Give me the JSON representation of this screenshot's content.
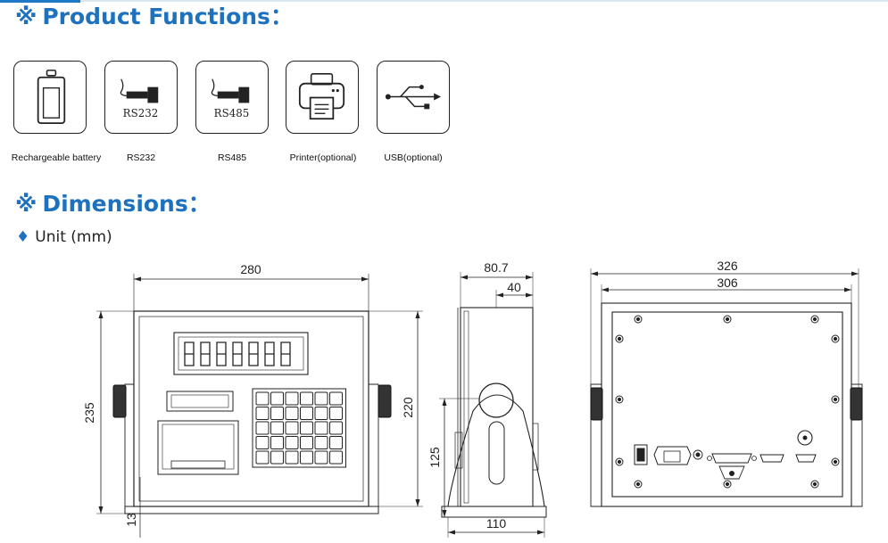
{
  "sections": {
    "functions_title": "Product Functions",
    "dimensions_title": "Dimensions",
    "title_mark": "※",
    "title_suffix": "："
  },
  "functions": [
    {
      "label": "Rechargeable battery",
      "icon": "battery-icon"
    },
    {
      "label": "RS232",
      "icon": "rs232-connector-icon",
      "icon_text": "RS232"
    },
    {
      "label": "RS485",
      "icon": "rs485-connector-icon",
      "icon_text": "RS485"
    },
    {
      "label": "Printer(optional)",
      "icon": "printer-icon"
    },
    {
      "label": "USB(optional)",
      "icon": "usb-icon"
    }
  ],
  "unit": {
    "bullet": "♦",
    "text": "Unit (mm)"
  },
  "dimensions": {
    "front": {
      "width": "280",
      "height_outer": "235",
      "height_inner": "220",
      "foot": "13"
    },
    "side": {
      "depth": "80.7",
      "top": "40",
      "pivot_height": "125",
      "base": "110"
    },
    "back": {
      "width_outer": "326",
      "width_inner": "306"
    }
  },
  "colors": {
    "title_blue": "#1e72bd",
    "line": "#222222"
  }
}
